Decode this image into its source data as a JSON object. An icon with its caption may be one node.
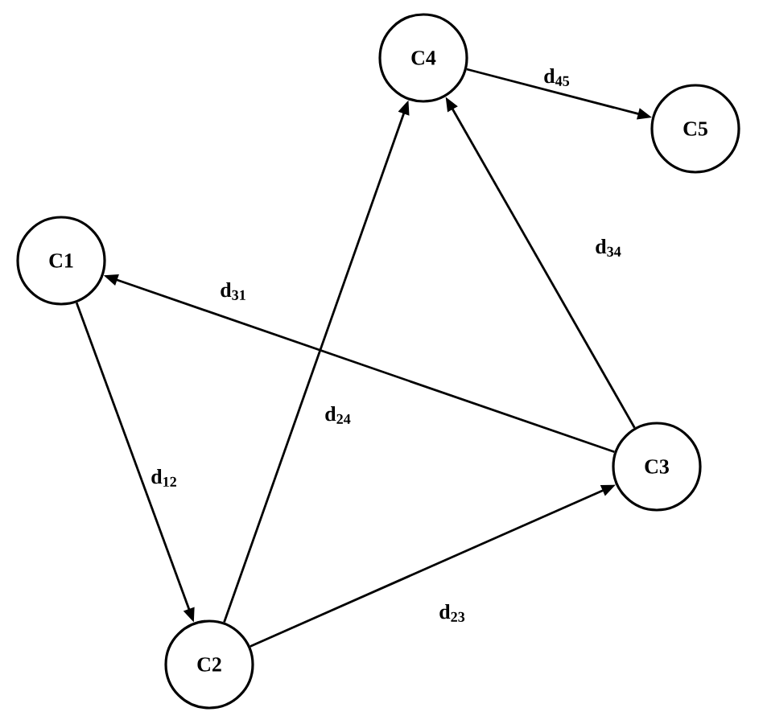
{
  "diagram": {
    "nodes": [
      {
        "text": [
          "C1"
        ]
      },
      {
        "text": [
          "C2"
        ]
      },
      {
        "text": [
          "C3"
        ]
      },
      {
        "text": [
          "C4"
        ]
      },
      {
        "text": [
          "C5"
        ]
      }
    ],
    "edges": [
      {
        "from": 0,
        "to": 1,
        "arrow": "to",
        "label": "d$_{12}$"
      },
      {
        "from": 1,
        "to": 2,
        "arrow": "to",
        "label": "d$_{23}$"
      },
      {
        "from": 1,
        "to": 3,
        "arrow": "to",
        "label": "d$_{24}$"
      },
      {
        "from": 2,
        "to": 0,
        "arrow": "to",
        "label": "d$_{31}$"
      },
      {
        "from": 2,
        "to": 3,
        "arrow": "to",
        "label": "d$_{34}$"
      },
      {
        "from": 3,
        "to": 4,
        "arrow": "to",
        "label": "d$_{45}$"
      }
    ]
  }
}
